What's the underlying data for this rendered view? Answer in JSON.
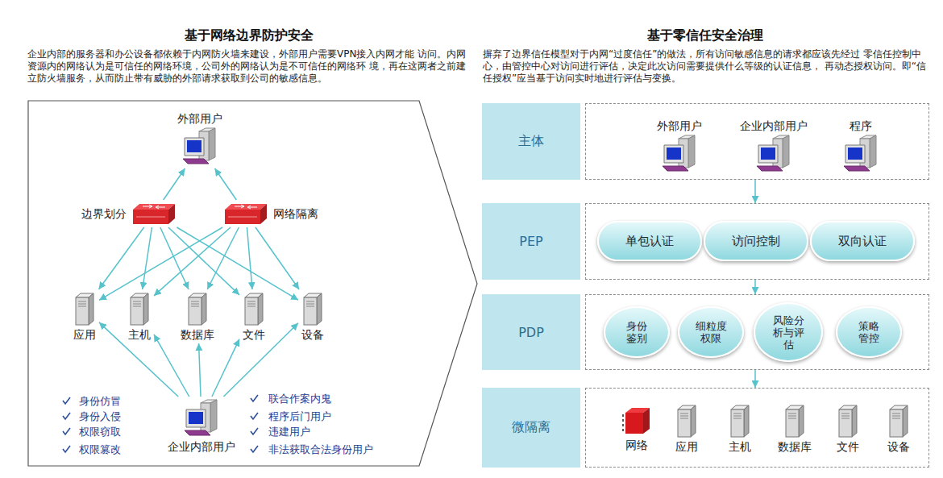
{
  "diagram": {
    "nodes": [
      {
        "text": [
          "基于网络边界防护安全",
          "企业内部的服务器和办公设备都依赖于内网防火墙来建设，外部用户需要VPN接入内网才能 访问。内网资源内的网络认为是可信任的网络环境，公司外的网络认为是不可信任的网络环 境，再在这两者之前建立防火墙服务，从而防止带有威胁的外部请求获取到公司的敏感信息。"
        ]
      },
      {
        "text": [
          "外部用户"
        ],
        "in": 0
      },
      {
        "text": [
          "边界划分"
        ],
        "in": 0
      },
      {
        "text": [
          "网络隔离"
        ],
        "in": 0
      },
      {
        "text": [
          "应用"
        ],
        "in": 0
      },
      {
        "text": [
          "主机"
        ],
        "in": 0
      },
      {
        "text": [
          "数据库"
        ],
        "in": 0
      },
      {
        "text": [
          "文件"
        ],
        "in": 0
      },
      {
        "text": [
          "设备"
        ],
        "in": 0
      },
      {
        "text": [
          "企业内部用户"
        ],
        "in": 0
      },
      {
        "text": [
          "基于零信任安全治理",
          "摒弃了边界信任模型对于内网“过度信任”的做法，所有访问敏感信息的请求都应该先经过 零信任控制中心，由管控中心对访问进行评估，决定此次访问需要提供什么等级的认证信息， 再动态授权访问。即“信任授权”应当基于访问实时地进行评估与变换。"
        ]
      },
      {
        "text": [
          "主体"
        ],
        "in": 10
      },
      {
        "text": [
          "外部用户"
        ],
        "in": 11
      },
      {
        "text": [
          "企业内部用户"
        ],
        "in": 11
      },
      {
        "text": [
          "程序"
        ],
        "in": 11
      },
      {
        "text": [
          "PEP"
        ],
        "in": 10
      },
      {
        "text": [
          "单包认证"
        ],
        "in": 15
      },
      {
        "text": [
          "访问控制"
        ],
        "in": 15
      },
      {
        "text": [
          "双向认证"
        ],
        "in": 15
      },
      {
        "text": [
          "PDP"
        ],
        "in": 10
      },
      {
        "text": [
          "身份 鉴别"
        ],
        "in": 19
      },
      {
        "text": [
          "细粒度 权限"
        ],
        "in": 19
      },
      {
        "text": [
          "风险分 析与评 估"
        ],
        "in": 19
      },
      {
        "text": [
          "策略 管控"
        ],
        "in": 19
      },
      {
        "text": [
          "微隔离"
        ],
        "in": 10
      },
      {
        "text": [
          "网络"
        ],
        "in": 24
      },
      {
        "text": [
          "应用"
        ],
        "in": 24
      },
      {
        "text": [
          "主机"
        ],
        "in": 24
      },
      {
        "text": [
          "数据库"
        ],
        "in": 24
      },
      {
        "text": [
          "文件"
        ],
        "in": 24
      },
      {
        "text": [
          "设备"
        ],
        "in": 24
      }
    ],
    "edges": [
      {
        "from": 2,
        "to": 1,
        "arrow": "to"
      },
      {
        "from": 3,
        "to": 1,
        "arrow": "to"
      },
      {
        "from": 2,
        "to": 4,
        "arrow": "to"
      },
      {
        "from": 2,
        "to": 5,
        "arrow": "to"
      },
      {
        "from": 2,
        "to": 6,
        "arrow": "to"
      },
      {
        "from": 2,
        "to": 7,
        "arrow": "to"
      },
      {
        "from": 2,
        "to": 8,
        "arrow": "to"
      },
      {
        "from": 3,
        "to": 4,
        "arrow": "to"
      },
      {
        "from": 3,
        "to": 5,
        "arrow": "to"
      },
      {
        "from": 3,
        "to": 6,
        "arrow": "to"
      },
      {
        "from": 3,
        "to": 7,
        "arrow": "to"
      },
      {
        "from": 3,
        "to": 8,
        "arrow": "to"
      },
      {
        "from": 9,
        "to": 4,
        "arrow": "to"
      },
      {
        "from": 9,
        "to": 5,
        "arrow": "to"
      },
      {
        "from": 9,
        "to": 6,
        "arrow": "to"
      },
      {
        "from": 9,
        "to": 7,
        "arrow": "to"
      },
      {
        "from": 9,
        "to": 8,
        "arrow": "to"
      },
      {
        "from": 11,
        "to": 15,
        "arrow": "to"
      },
      {
        "from": 15,
        "to": 19,
        "arrow": "to"
      },
      {
        "from": 19,
        "to": 24,
        "arrow": "to"
      }
    ],
    "labels": [
      "身份仿冒",
      "身份入侵",
      "权限窃取",
      "权限篡改",
      "联合作案内鬼",
      "程序后门用户",
      "违建用户",
      "非法获取合法身份用户"
    ]
  }
}
